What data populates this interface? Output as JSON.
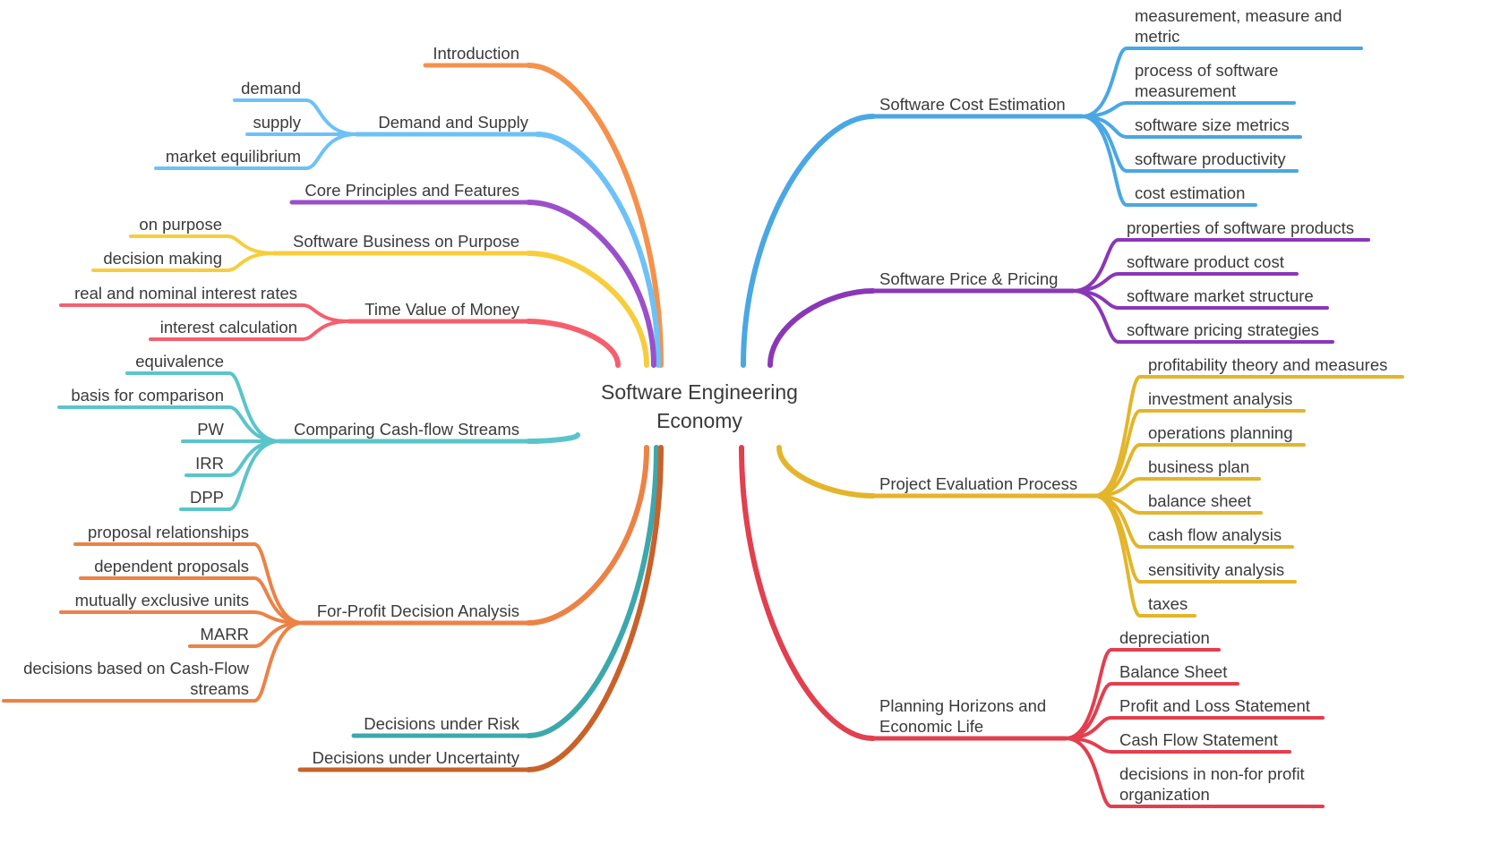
{
  "root": {
    "line1": "Software Engineering",
    "line2": "Economy"
  },
  "branches": [
    {
      "key": "introduction",
      "title": [
        "Introduction"
      ],
      "color": "#F4924C",
      "children": []
    },
    {
      "key": "demand-supply",
      "title": [
        "Demand and Supply"
      ],
      "color": "#6EC1F7",
      "children": [
        {
          "text": [
            "demand"
          ]
        },
        {
          "text": [
            "supply"
          ]
        },
        {
          "text": [
            "market equilibrium"
          ]
        }
      ]
    },
    {
      "key": "core-principles",
      "title": [
        "Core Principles and Features"
      ],
      "color": "#9B4FC9",
      "children": []
    },
    {
      "key": "business-purpose",
      "title": [
        "Software Business on Purpose"
      ],
      "color": "#F8CD3C",
      "children": [
        {
          "text": [
            "on purpose"
          ]
        },
        {
          "text": [
            "decision making"
          ]
        }
      ]
    },
    {
      "key": "time-value",
      "title": [
        "Time Value of Money"
      ],
      "color": "#F45F6D",
      "children": [
        {
          "text": [
            "real and nominal interest rates"
          ]
        },
        {
          "text": [
            "interest calculation"
          ]
        }
      ]
    },
    {
      "key": "cash-flow-streams",
      "title": [
        "Comparing Cash-flow Streams"
      ],
      "color": "#5BC4CB",
      "children": [
        {
          "text": [
            "equivalence"
          ]
        },
        {
          "text": [
            "basis for comparison"
          ]
        },
        {
          "text": [
            "PW"
          ]
        },
        {
          "text": [
            "IRR"
          ]
        },
        {
          "text": [
            "DPP"
          ]
        }
      ]
    },
    {
      "key": "for-profit",
      "title": [
        "For-Profit Decision Analysis"
      ],
      "color": "#EC8245",
      "children": [
        {
          "text": [
            "proposal relationships"
          ]
        },
        {
          "text": [
            "dependent proposals"
          ]
        },
        {
          "text": [
            "mutually exclusive units"
          ]
        },
        {
          "text": [
            "MARR"
          ]
        },
        {
          "text": [
            "decisions based on Cash-Flow",
            "streams"
          ]
        }
      ]
    },
    {
      "key": "risk",
      "title": [
        "Decisions under Risk"
      ],
      "color": "#3CA8AC",
      "children": []
    },
    {
      "key": "uncertainty",
      "title": [
        "Decisions under Uncertainty"
      ],
      "color": "#C8622A",
      "children": []
    },
    {
      "key": "cost-estimation",
      "title": [
        "Software Cost Estimation"
      ],
      "color": "#4AA7E3",
      "children": [
        {
          "text": [
            "measurement, measure and",
            "metric"
          ]
        },
        {
          "text": [
            "process of software",
            "measurement"
          ]
        },
        {
          "text": [
            "software size metrics"
          ]
        },
        {
          "text": [
            "software productivity"
          ]
        },
        {
          "text": [
            "cost estimation"
          ]
        }
      ]
    },
    {
      "key": "price-pricing",
      "title": [
        "Software Price & Pricing"
      ],
      "color": "#8A37B7",
      "children": [
        {
          "text": [
            "properties of software products"
          ]
        },
        {
          "text": [
            "software product cost"
          ]
        },
        {
          "text": [
            "software market structure"
          ]
        },
        {
          "text": [
            "software pricing strategies"
          ]
        }
      ]
    },
    {
      "key": "project-evaluation",
      "title": [
        "Project Evaluation Process"
      ],
      "color": "#E3B52B",
      "children": [
        {
          "text": [
            "profitability theory and measures"
          ]
        },
        {
          "text": [
            "investment analysis"
          ]
        },
        {
          "text": [
            "operations planning"
          ]
        },
        {
          "text": [
            "business plan"
          ]
        },
        {
          "text": [
            "balance sheet"
          ]
        },
        {
          "text": [
            "cash flow analysis"
          ]
        },
        {
          "text": [
            "sensitivity analysis"
          ]
        },
        {
          "text": [
            "taxes"
          ]
        }
      ]
    },
    {
      "key": "planning-horizons",
      "title": [
        "Planning Horizons and",
        "Economic Life"
      ],
      "color": "#E23F4F",
      "children": [
        {
          "text": [
            "depreciation"
          ]
        },
        {
          "text": [
            "Balance Sheet"
          ]
        },
        {
          "text": [
            "Profit and Loss Statement"
          ]
        },
        {
          "text": [
            "Cash Flow Statement"
          ]
        },
        {
          "text": [
            "decisions in non-for profit",
            "organization"
          ]
        }
      ]
    }
  ]
}
